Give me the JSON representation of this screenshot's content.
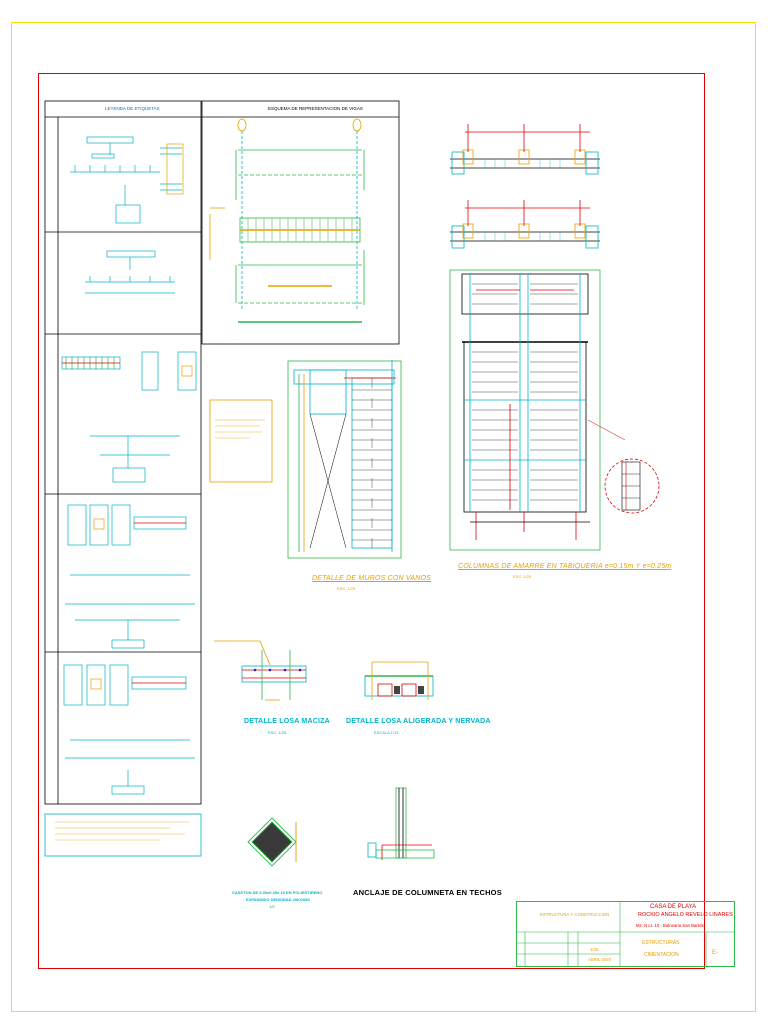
{
  "legend": {
    "title": "LEYENDA DE ETIQUETAS"
  },
  "beam_scheme": {
    "title": "ESQUEMA DE REPRESENTACION DE VIGAS"
  },
  "details": {
    "wall_with_openings": "DETALLE DE MUROS CON VANOS",
    "wall_with_openings_scale": "ESC. 1/25",
    "confined_columns": "COLUMNAS DE AMARRE EN TABIQUERIA e=0.15m Y e=0.25m",
    "confined_columns_scale": "ESC. 1/25",
    "solid_slab": "DETALLE LOSA MACIZA",
    "solid_slab_scale": "ESC. 1/25",
    "ribbed_slab": "DETALLE LOSA ALIGERADA Y NERVADA",
    "ribbed_slab_scale": "ESCALA 1/15",
    "block_caption_line1": "CASETON DE 0.30x0.30x 15 EN POLIESTIRENO",
    "block_caption_line2": "EXPANDIDO DENSIDAD 20KG/M3",
    "block_caption_scale": "1/5",
    "anchor": "ANCLAJE DE COLUMNETA EN TECHOS"
  },
  "title_block": {
    "cell_structure": "ESTRUCTURA Y CONSTRUCCION",
    "project": "CASA DE PLAYA",
    "owner": "ROCKIO ANGELO REVELO LINARES",
    "location": "Mz. N Lt. 10 - Balneario San Bartolo",
    "scale": "1/25",
    "date": "ABRIL 2020",
    "sheet_title_1": "ESTRUCTURAS",
    "sheet_title_2": "CIMENTACION",
    "sheet_number": "E-"
  },
  "colors": {
    "frame": "#f2e200",
    "border": "#e00000",
    "cyan": "#00b4c8",
    "green": "#2fb84a",
    "orange": "#e6a000"
  }
}
